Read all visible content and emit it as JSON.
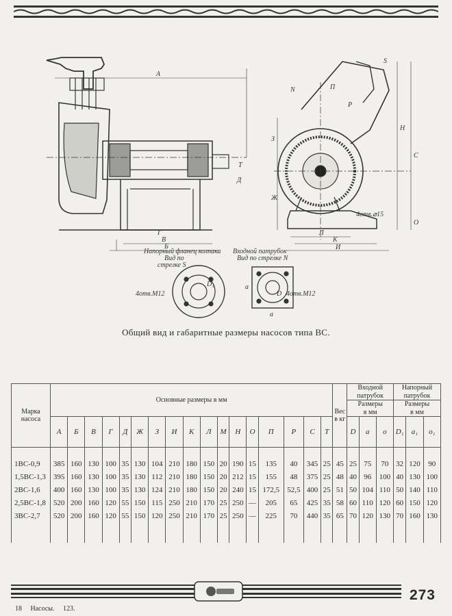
{
  "drawing": {
    "dimension_labels": [
      "А",
      "Б",
      "В",
      "Г",
      "Д",
      "Т",
      "З",
      "Ж",
      "Н",
      "С",
      "П",
      "Р",
      "Л",
      "К",
      "И",
      "О",
      "S",
      "N",
      "a",
      "a",
      "D",
      "D₁"
    ],
    "hole_note_right": "4отв.⌀15",
    "pressure_flange_label": [
      "Напорный фланец колпака",
      "Вид по",
      "стрелке S"
    ],
    "inlet_label": [
      "Входной патрубок",
      "Вид по стрелке N"
    ],
    "bolt_note_left": "4отв.М12",
    "bolt_note_right": "4отв.М12"
  },
  "caption": "Общий вид и габаритные размеры насосов типа ВС.",
  "table": {
    "mark_header": [
      "Марка",
      "насоса"
    ],
    "main_header": "Основные размеры в мм",
    "weight_header": [
      "Вес",
      "в кг"
    ],
    "inlet_header": [
      "Входной",
      "патрубок"
    ],
    "outlet_header": [
      "Напорный",
      "патрубок"
    ],
    "size_header": [
      "Размеры",
      "в мм"
    ],
    "dim_columns": [
      "А",
      "Б",
      "В",
      "Г",
      "Д",
      "Ж",
      "З",
      "И",
      "К",
      "Л",
      "М",
      "Н",
      "О",
      "П",
      "Р",
      "С",
      "Т"
    ],
    "inlet_columns": [
      "D",
      "a",
      "o"
    ],
    "outlet_columns": [
      "D₁",
      "a₁",
      "o₁"
    ],
    "rows": [
      {
        "mark": "1ВС-0,9",
        "values": [
          "385",
          "160",
          "130",
          "100",
          "35",
          "130",
          "104",
          "210",
          "180",
          "150",
          "20",
          "190",
          "15",
          "135",
          "40",
          "345",
          "25",
          "45",
          "25",
          "75",
          "70",
          "32",
          "120",
          "90"
        ]
      },
      {
        "mark": "1,5ВС-1,3",
        "values": [
          "395",
          "160",
          "130",
          "100",
          "35",
          "130",
          "112",
          "210",
          "180",
          "150",
          "20",
          "212",
          "15",
          "155",
          "48",
          "375",
          "25",
          "48",
          "40",
          "96",
          "100",
          "40",
          "130",
          "100"
        ]
      },
      {
        "mark": "2ВС-1,6",
        "values": [
          "400",
          "160",
          "130",
          "100",
          "35",
          "130",
          "124",
          "210",
          "180",
          "150",
          "20",
          "240",
          "15",
          "172,5",
          "52,5",
          "400",
          "25",
          "51",
          "50",
          "104",
          "110",
          "50",
          "140",
          "110"
        ]
      },
      {
        "mark": "2,5ВС-1,8",
        "values": [
          "520",
          "200",
          "160",
          "120",
          "55",
          "150",
          "115",
          "250",
          "210",
          "170",
          "25",
          "250",
          "—",
          "205",
          "65",
          "425",
          "35",
          "58",
          "60",
          "110",
          "120",
          "60",
          "150",
          "120"
        ]
      },
      {
        "mark": "3ВС-2,7",
        "values": [
          "520",
          "200",
          "160",
          "120",
          "55",
          "150",
          "120",
          "250",
          "210",
          "170",
          "25",
          "250",
          "—",
          "225",
          "70",
          "440",
          "35",
          "65",
          "70",
          "120",
          "130",
          "70",
          "160",
          "130"
        ]
      }
    ]
  },
  "page_number": "273",
  "footer": {
    "num": "18",
    "title": "Насосы.",
    "code": "123."
  }
}
